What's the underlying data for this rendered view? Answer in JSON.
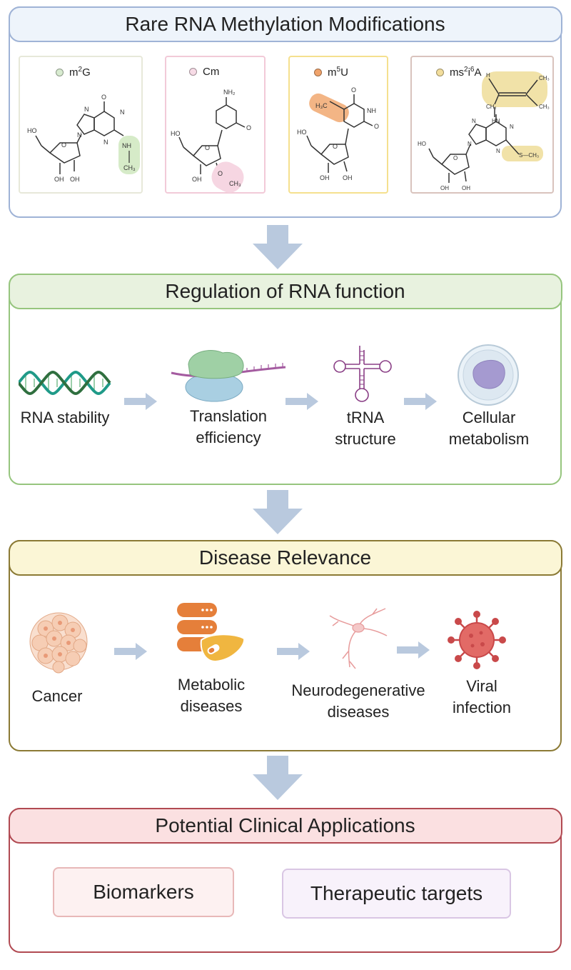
{
  "colors": {
    "panel1_border": "#9fb3d6",
    "panel1_head": "#eef4fb",
    "panel2_border": "#96c57e",
    "panel2_head": "#e8f2df",
    "panel3_border": "#8b7a35",
    "panel3_head": "#fbf6d6",
    "panel4_border": "#b14a52",
    "panel4_head": "#fbe0e1",
    "arrow": "#b9c9de"
  },
  "panel1": {
    "title": "Rare RNA Methylation Modifications",
    "modifications": [
      {
        "name_base": "m",
        "sup": "2",
        "name_rest": "G",
        "dot_color": "#d8ebd0",
        "border": "#e7e8d9",
        "highlight": "#d6ebc8",
        "group_top": "NH",
        "group_bottom": "CH₃"
      },
      {
        "name_base": "Cm",
        "sup": "",
        "name_rest": "",
        "dot_color": "#f7dbe6",
        "border": "#f2cad8",
        "highlight": "#f6d6e2",
        "group_top": "O",
        "group_bottom": "CH₃"
      },
      {
        "name_base": "m",
        "sup": "5",
        "name_rest": "U",
        "dot_color": "#f0a36b",
        "border": "#f5e08e",
        "highlight": "#f3b585",
        "group_top": "H₃C",
        "group_bottom": ""
      },
      {
        "name_base": "ms",
        "sup": "2",
        "name_rest": "i",
        "sup2": "6",
        "name_end": "A",
        "dot_color": "#f2dd9c",
        "border": "#d9c3bd",
        "highlight": "#f1e2a8",
        "group_top": "CH₃",
        "group_bottom": "S—CH₃"
      }
    ]
  },
  "panel2": {
    "title": "Regulation of RNA function",
    "items": [
      {
        "label": "RNA stability"
      },
      {
        "label": "Translation\nefficiency"
      },
      {
        "label": "tRNA\nstructure"
      },
      {
        "label": "Cellular\nmetabolism"
      }
    ]
  },
  "panel3": {
    "title": "Disease Relevance",
    "items": [
      {
        "label": "Cancer"
      },
      {
        "label": "Metabolic\ndiseases"
      },
      {
        "label": "Neurodegenerative\ndiseases"
      },
      {
        "label": "Viral\ninfection"
      }
    ]
  },
  "panel4": {
    "title": "Potential Clinical Applications",
    "buttons": [
      {
        "label": "Biomarkers",
        "border": "#e8b8b8",
        "fill": "#fdf1f1"
      },
      {
        "label": "Therapeutic targets",
        "border": "#d9c6e4",
        "fill": "#f8f2fb"
      }
    ]
  }
}
